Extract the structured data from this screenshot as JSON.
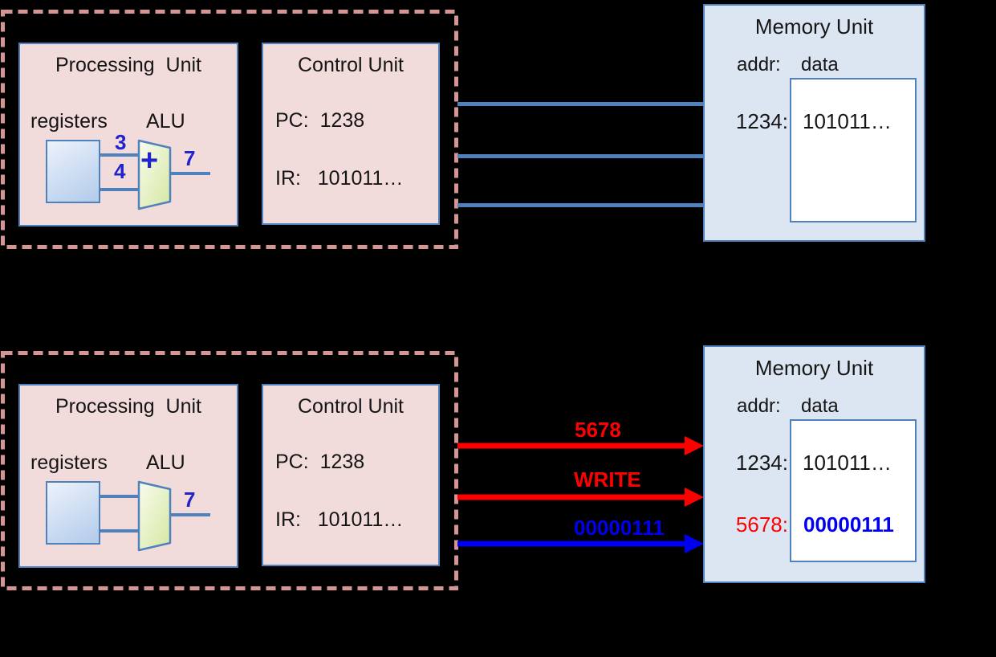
{
  "colors": {
    "background": "#000000",
    "cpu_dashed_border": "#d49694",
    "unit_border": "#4f81bd",
    "unit_fill_pink": "#f2dcdb",
    "memory_fill": "#dce6f2",
    "wire_blue": "#4f81bd",
    "value_blue": "#2323cb",
    "signal_red": "#ff0000",
    "signal_blue": "#0000f0"
  },
  "panels": [
    {
      "processing_unit": {
        "title": "Processing  Unit",
        "registers_label": "registers",
        "alu_label": "ALU",
        "alu_operator": "+",
        "input_top": "3",
        "input_bottom": "4",
        "output": "7"
      },
      "control_unit": {
        "title": "Control Unit",
        "pc_line": "PC:  1238",
        "ir_line": "IR:   101011…"
      },
      "memory_unit": {
        "title": "Memory Unit",
        "addr_header": "addr:",
        "data_header": "data",
        "rows": [
          {
            "addr": "1234:",
            "data": "101011…"
          }
        ]
      }
    },
    {
      "processing_unit": {
        "title": "Processing  Unit",
        "registers_label": "registers",
        "alu_label": "ALU",
        "output": "7"
      },
      "control_unit": {
        "title": "Control Unit",
        "pc_line": "PC:  1238",
        "ir_line": "IR:   101011…"
      },
      "bus_signals": [
        {
          "label": "5678",
          "color": "#ff0000"
        },
        {
          "label": "WRITE",
          "color": "#ff0000"
        },
        {
          "label": "00000111",
          "color": "#0000f0"
        }
      ],
      "memory_unit": {
        "title": "Memory Unit",
        "addr_header": "addr:",
        "data_header": "data",
        "rows": [
          {
            "addr": "1234:",
            "data": "101011…",
            "addr_color": "#151515",
            "data_color": "#151515"
          },
          {
            "addr": "5678:",
            "data": "00000111",
            "addr_color": "#ff0000",
            "data_color": "#0000f0"
          }
        ]
      }
    }
  ]
}
